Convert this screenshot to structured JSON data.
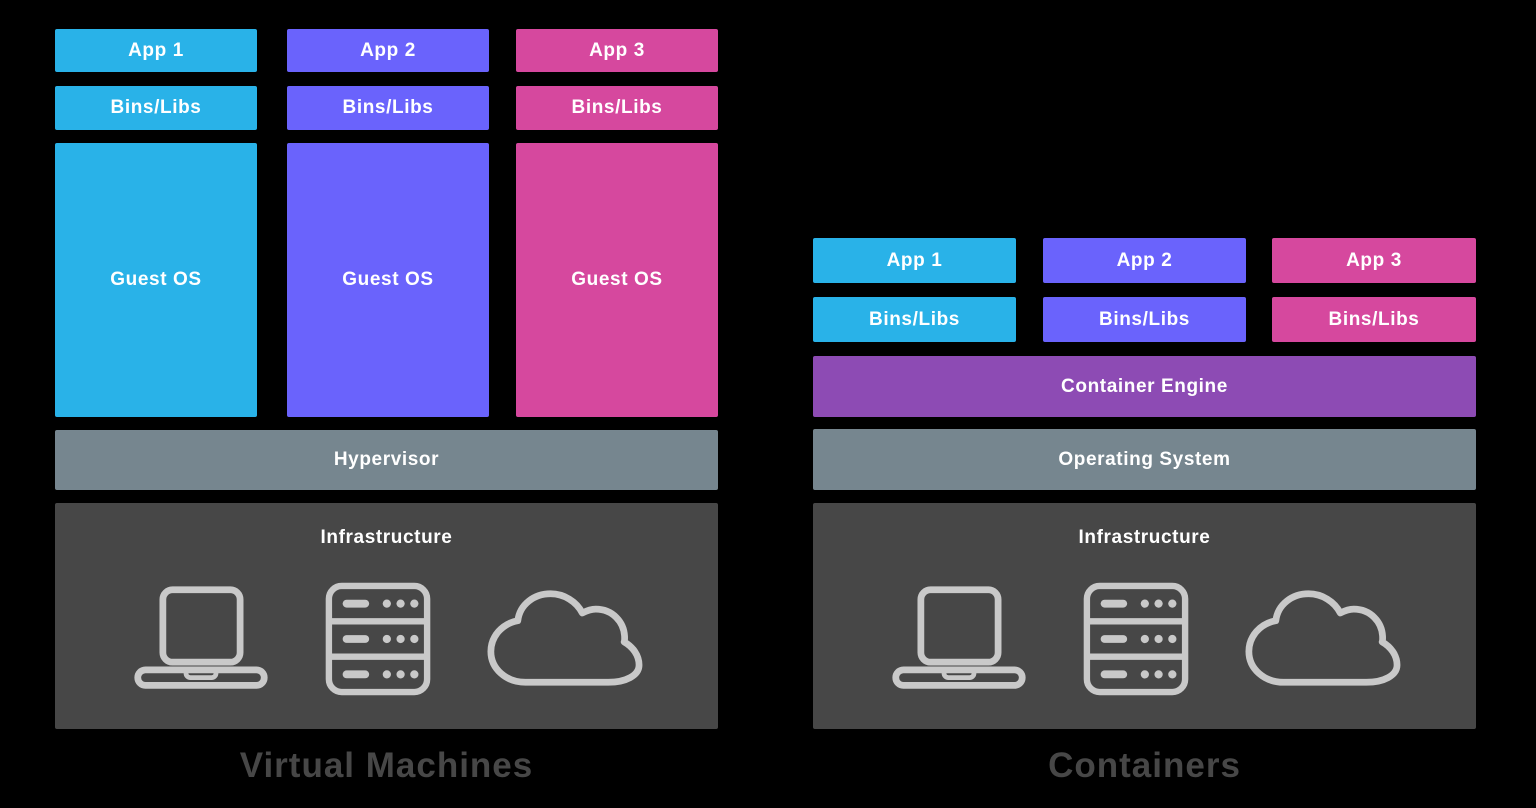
{
  "colors": {
    "background": "#000000",
    "cyan": "#29b2e8",
    "violet": "#6a63fc",
    "magenta": "#d6489e",
    "engine": "#8d4bb4",
    "osgray": "#76868f",
    "infragray": "#474747",
    "iconstroke": "#c9c9c9",
    "titletext": "#474747"
  },
  "left": {
    "title": "Virtual Machines",
    "stacks": [
      {
        "app": "App 1",
        "bins": "Bins/Libs",
        "guest_os": "Guest OS"
      },
      {
        "app": "App 2",
        "bins": "Bins/Libs",
        "guest_os": "Guest OS"
      },
      {
        "app": "App 3",
        "bins": "Bins/Libs",
        "guest_os": "Guest OS"
      }
    ],
    "hypervisor_label": "Hypervisor",
    "infrastructure_label": "Infrastructure"
  },
  "right": {
    "title": "Containers",
    "stacks": [
      {
        "app": "App 1",
        "bins": "Bins/Libs"
      },
      {
        "app": "App 2",
        "bins": "Bins/Libs"
      },
      {
        "app": "App 3",
        "bins": "Bins/Libs"
      }
    ],
    "engine_label": "Container Engine",
    "os_label": "Operating System",
    "infrastructure_label": "Infrastructure"
  },
  "icons": {
    "laptop": "laptop-icon",
    "server": "server-rack-icon",
    "cloud": "cloud-icon"
  }
}
